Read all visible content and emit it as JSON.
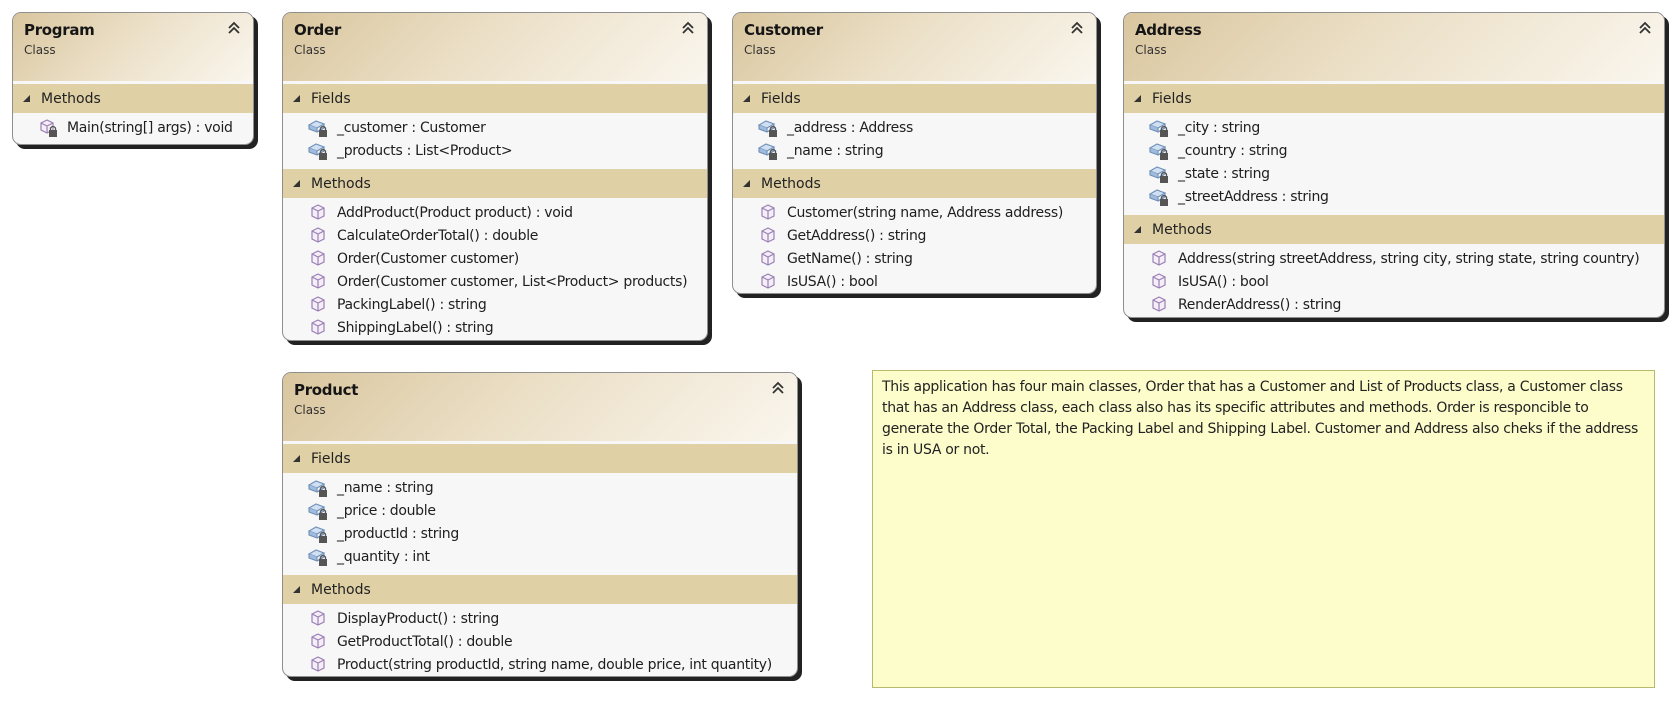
{
  "classes": [
    {
      "id": "program",
      "name": "Program",
      "kind": "Class",
      "sections": [
        {
          "label": "Methods",
          "type": "methods",
          "members": [
            "Main(string[] args) : void"
          ]
        }
      ]
    },
    {
      "id": "order",
      "name": "Order",
      "kind": "Class",
      "sections": [
        {
          "label": "Fields",
          "type": "fields",
          "members": [
            "_customer : Customer",
            "_products : List<Product>"
          ]
        },
        {
          "label": "Methods",
          "type": "methods",
          "members": [
            "AddProduct(Product product) : void",
            "CalculateOrderTotal() : double",
            "Order(Customer customer)",
            "Order(Customer customer, List<Product> products)",
            "PackingLabel() : string",
            "ShippingLabel() : string"
          ]
        }
      ]
    },
    {
      "id": "customer",
      "name": "Customer",
      "kind": "Class",
      "sections": [
        {
          "label": "Fields",
          "type": "fields",
          "members": [
            "_address : Address",
            "_name : string"
          ]
        },
        {
          "label": "Methods",
          "type": "methods",
          "members": [
            "Customer(string name, Address address)",
            "GetAddress() : string",
            "GetName() : string",
            "IsUSA() : bool"
          ]
        }
      ]
    },
    {
      "id": "address",
      "name": "Address",
      "kind": "Class",
      "sections": [
        {
          "label": "Fields",
          "type": "fields",
          "members": [
            "_city : string",
            "_country : string",
            "_state : string",
            "_streetAddress : string"
          ]
        },
        {
          "label": "Methods",
          "type": "methods",
          "members": [
            "Address(string streetAddress, string city, string state, string country)",
            "IsUSA() : bool",
            "RenderAddress() : string"
          ]
        }
      ]
    },
    {
      "id": "product",
      "name": "Product",
      "kind": "Class",
      "sections": [
        {
          "label": "Fields",
          "type": "fields",
          "members": [
            "_name : string",
            "_price : double",
            "_productId : string",
            "_quantity : int"
          ]
        },
        {
          "label": "Methods",
          "type": "methods",
          "members": [
            "DisplayProduct() : string",
            "GetProductTotal() : double",
            "Product(string productId, string name, double price, int quantity)"
          ]
        }
      ]
    }
  ],
  "note": {
    "text": "This application has four main classes, Order that has a Customer and List of Products class, a Customer class that has an Address class, each class also has its specific attributes and methods. Order is responcible to generate the Order Total, the Packing Label and Shipping Label. Customer and Address also cheks if the address is in USA or not."
  },
  "colors": {
    "header_gradient_start": "#d9c69e",
    "section_header": "#dfd0a5",
    "box_body": "#f7f7f7",
    "note_fill": "#fdfdcc",
    "method_icon": "#9b7fb4",
    "field_icon": "#6f8fb8"
  },
  "icons": {
    "collapse": "double-chevron-up-icon",
    "section": "expanded-triangle-icon",
    "field": "private-field-icon",
    "method": "method-cube-icon",
    "private_method": "private-method-icon"
  }
}
